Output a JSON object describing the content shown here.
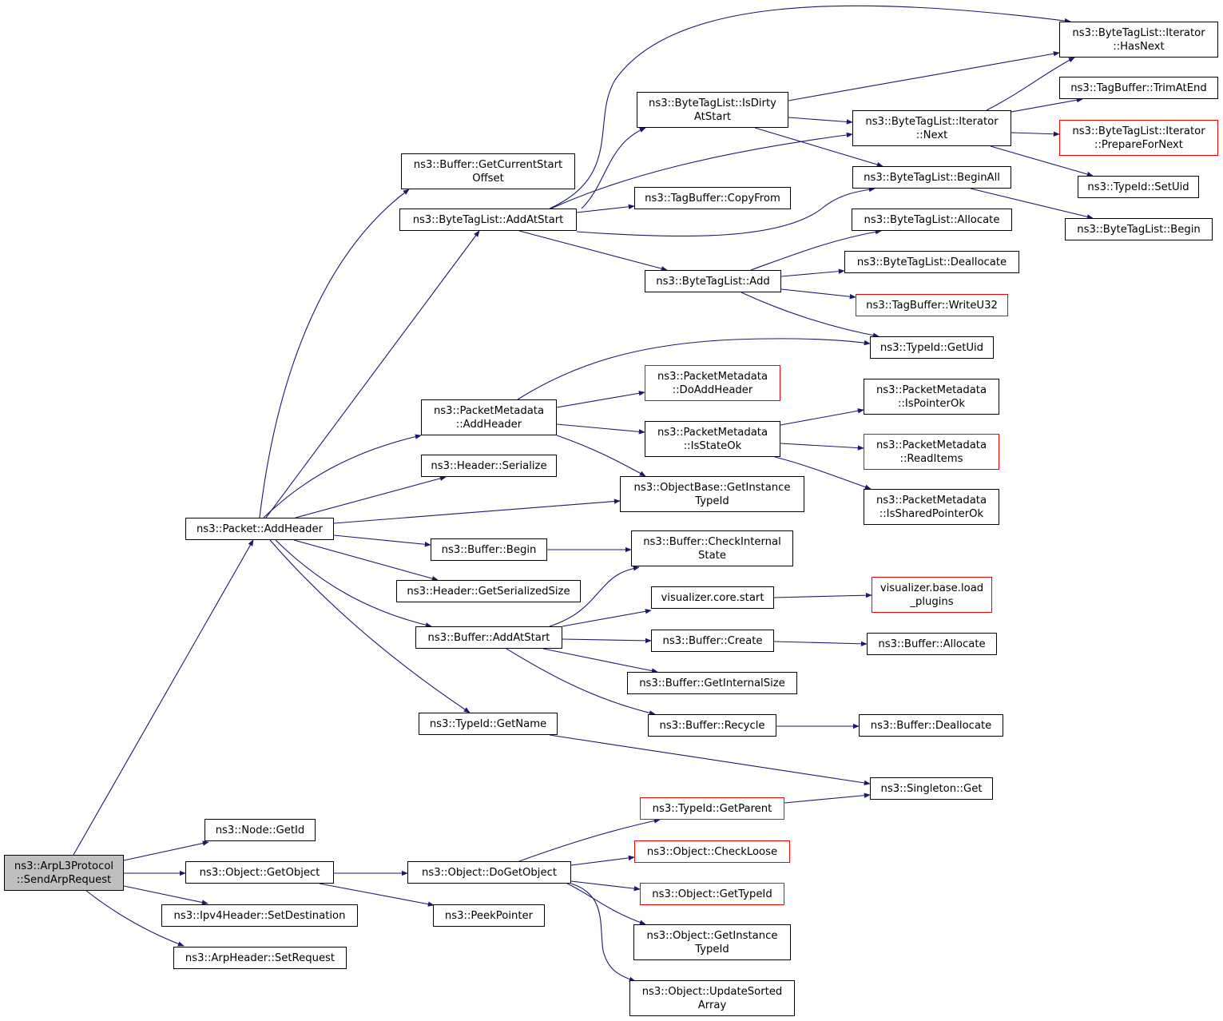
{
  "colors": {
    "edge": "#191970",
    "root_fill": "#bfbfbf",
    "node_border": "#000000",
    "external_border": "#ff0000"
  },
  "nodes": [
    {
      "id": "send-arp-request",
      "label": "ns3::ArpL3Protocol\n::SendArpRequest",
      "style": "root"
    },
    {
      "id": "packet-add-header",
      "label": "ns3::Packet::AddHeader",
      "style": "normal"
    },
    {
      "id": "node-get-id",
      "label": "ns3::Node::GetId",
      "style": "normal"
    },
    {
      "id": "object-get-object",
      "label": "ns3::Object::GetObject",
      "style": "normal"
    },
    {
      "id": "ipv4header-set-destination",
      "label": "ns3::Ipv4Header::SetDestination",
      "style": "normal"
    },
    {
      "id": "arpheader-set-request",
      "label": "ns3::ArpHeader::SetRequest",
      "style": "normal"
    },
    {
      "id": "buffer-get-current-start-offset",
      "label": "ns3::Buffer::GetCurrentStart\nOffset",
      "style": "normal"
    },
    {
      "id": "bytetaglist-add-at-start",
      "label": "ns3::ByteTagList::AddAtStart",
      "style": "normal"
    },
    {
      "id": "packetmetadata-add-header",
      "label": "ns3::PacketMetadata\n::AddHeader",
      "style": "normal"
    },
    {
      "id": "header-serialize",
      "label": "ns3::Header::Serialize",
      "style": "normal"
    },
    {
      "id": "buffer-begin",
      "label": "ns3::Buffer::Begin",
      "style": "normal"
    },
    {
      "id": "header-get-serialized-size",
      "label": "ns3::Header::GetSerializedSize",
      "style": "normal"
    },
    {
      "id": "buffer-add-at-start",
      "label": "ns3::Buffer::AddAtStart",
      "style": "normal"
    },
    {
      "id": "typeid-get-name",
      "label": "ns3::TypeId::GetName",
      "style": "normal"
    },
    {
      "id": "object-do-get-object",
      "label": "ns3::Object::DoGetObject",
      "style": "normal"
    },
    {
      "id": "peek-pointer",
      "label": "ns3::PeekPointer",
      "style": "normal"
    },
    {
      "id": "bytetaglist-is-dirty-at-start",
      "label": "ns3::ByteTagList::IsDirty\nAtStart",
      "style": "normal"
    },
    {
      "id": "tagbuffer-copy-from",
      "label": "ns3::TagBuffer::CopyFrom",
      "style": "normal"
    },
    {
      "id": "bytetaglist-add",
      "label": "ns3::ByteTagList::Add",
      "style": "normal"
    },
    {
      "id": "packetmetadata-do-add-header",
      "label": "ns3::PacketMetadata\n::DoAddHeader",
      "style": "external"
    },
    {
      "id": "packetmetadata-is-state-ok",
      "label": "ns3::PacketMetadata\n::IsStateOk",
      "style": "normal"
    },
    {
      "id": "objectbase-get-instance-typeid",
      "label": "ns3::ObjectBase::GetInstance\nTypeId",
      "style": "normal"
    },
    {
      "id": "buffer-check-internal-state",
      "label": "ns3::Buffer::CheckInternal\nState",
      "style": "normal"
    },
    {
      "id": "visualizer-core-start",
      "label": "visualizer.core.start",
      "style": "normal"
    },
    {
      "id": "buffer-create",
      "label": "ns3::Buffer::Create",
      "style": "normal"
    },
    {
      "id": "buffer-get-internal-size",
      "label": "ns3::Buffer::GetInternalSize",
      "style": "normal"
    },
    {
      "id": "buffer-recycle",
      "label": "ns3::Buffer::Recycle",
      "style": "normal"
    },
    {
      "id": "typeid-get-parent",
      "label": "ns3::TypeId::GetParent",
      "style": "external"
    },
    {
      "id": "object-check-loose",
      "label": "ns3::Object::CheckLoose",
      "style": "external"
    },
    {
      "id": "object-get-type-id",
      "label": "ns3::Object::GetTypeId",
      "style": "external"
    },
    {
      "id": "object-get-instance-typeid",
      "label": "ns3::Object::GetInstance\nTypeId",
      "style": "normal"
    },
    {
      "id": "object-update-sorted-array",
      "label": "ns3::Object::UpdateSorted\nArray",
      "style": "normal"
    },
    {
      "id": "bytetaglist-iterator-next",
      "label": "ns3::ByteTagList::Iterator\n::Next",
      "style": "normal"
    },
    {
      "id": "bytetaglist-begin-all",
      "label": "ns3::ByteTagList::BeginAll",
      "style": "normal"
    },
    {
      "id": "bytetaglist-allocate",
      "label": "ns3::ByteTagList::Allocate",
      "style": "normal"
    },
    {
      "id": "bytetaglist-deallocate",
      "label": "ns3::ByteTagList::Deallocate",
      "style": "normal"
    },
    {
      "id": "tagbuffer-write-u32",
      "label": "ns3::TagBuffer::WriteU32",
      "style": "external"
    },
    {
      "id": "typeid-get-uid",
      "label": "ns3::TypeId::GetUid",
      "style": "normal"
    },
    {
      "id": "packetmetadata-is-pointer-ok",
      "label": "ns3::PacketMetadata\n::IsPointerOk",
      "style": "normal"
    },
    {
      "id": "packetmetadata-read-items",
      "label": "ns3::PacketMetadata\n::ReadItems",
      "style": "external"
    },
    {
      "id": "packetmetadata-is-shared-pointer-ok",
      "label": "ns3::PacketMetadata\n::IsSharedPointerOk",
      "style": "normal"
    },
    {
      "id": "visualizer-base-load-plugins",
      "label": "visualizer.base.load\n_plugins",
      "style": "external"
    },
    {
      "id": "buffer-allocate",
      "label": "ns3::Buffer::Allocate",
      "style": "normal"
    },
    {
      "id": "buffer-deallocate",
      "label": "ns3::Buffer::Deallocate",
      "style": "normal"
    },
    {
      "id": "singleton-get",
      "label": "ns3::Singleton::Get",
      "style": "normal"
    },
    {
      "id": "bytetaglist-iterator-has-next",
      "label": "ns3::ByteTagList::Iterator\n::HasNext",
      "style": "normal"
    },
    {
      "id": "tagbuffer-trim-at-end",
      "label": "ns3::TagBuffer::TrimAtEnd",
      "style": "normal"
    },
    {
      "id": "bytetaglist-iterator-prepare-for-next",
      "label": "ns3::ByteTagList::Iterator\n::PrepareForNext",
      "style": "external"
    },
    {
      "id": "typeid-set-uid",
      "label": "ns3::TypeId::SetUid",
      "style": "normal"
    },
    {
      "id": "bytetaglist-begin",
      "label": "ns3::ByteTagList::Begin",
      "style": "normal"
    }
  ],
  "edges": [
    {
      "from": "send-arp-request",
      "to": "packet-add-header"
    },
    {
      "from": "send-arp-request",
      "to": "node-get-id"
    },
    {
      "from": "send-arp-request",
      "to": "object-get-object"
    },
    {
      "from": "send-arp-request",
      "to": "ipv4header-set-destination"
    },
    {
      "from": "send-arp-request",
      "to": "arpheader-set-request"
    },
    {
      "from": "packet-add-header",
      "to": "buffer-get-current-start-offset"
    },
    {
      "from": "packet-add-header",
      "to": "bytetaglist-add-at-start"
    },
    {
      "from": "packet-add-header",
      "to": "packetmetadata-add-header"
    },
    {
      "from": "packet-add-header",
      "to": "header-serialize"
    },
    {
      "from": "packet-add-header",
      "to": "objectbase-get-instance-typeid"
    },
    {
      "from": "packet-add-header",
      "to": "buffer-begin"
    },
    {
      "from": "packet-add-header",
      "to": "header-get-serialized-size"
    },
    {
      "from": "packet-add-header",
      "to": "buffer-add-at-start"
    },
    {
      "from": "packet-add-header",
      "to": "typeid-get-name"
    },
    {
      "from": "object-get-object",
      "to": "object-do-get-object"
    },
    {
      "from": "object-get-object",
      "to": "peek-pointer"
    },
    {
      "from": "bytetaglist-add-at-start",
      "to": "bytetaglist-iterator-has-next"
    },
    {
      "from": "bytetaglist-add-at-start",
      "to": "bytetaglist-is-dirty-at-start"
    },
    {
      "from": "bytetaglist-add-at-start",
      "to": "bytetaglist-iterator-next"
    },
    {
      "from": "bytetaglist-add-at-start",
      "to": "tagbuffer-copy-from"
    },
    {
      "from": "bytetaglist-add-at-start",
      "to": "bytetaglist-begin-all"
    },
    {
      "from": "bytetaglist-add-at-start",
      "to": "bytetaglist-add"
    },
    {
      "from": "bytetaglist-is-dirty-at-start",
      "to": "bytetaglist-iterator-has-next"
    },
    {
      "from": "bytetaglist-is-dirty-at-start",
      "to": "bytetaglist-iterator-next"
    },
    {
      "from": "bytetaglist-is-dirty-at-start",
      "to": "bytetaglist-begin-all"
    },
    {
      "from": "bytetaglist-iterator-next",
      "to": "bytetaglist-iterator-has-next"
    },
    {
      "from": "bytetaglist-iterator-next",
      "to": "tagbuffer-trim-at-end"
    },
    {
      "from": "bytetaglist-iterator-next",
      "to": "bytetaglist-iterator-prepare-for-next"
    },
    {
      "from": "bytetaglist-iterator-next",
      "to": "typeid-set-uid"
    },
    {
      "from": "bytetaglist-begin-all",
      "to": "bytetaglist-begin"
    },
    {
      "from": "bytetaglist-add",
      "to": "bytetaglist-allocate"
    },
    {
      "from": "bytetaglist-add",
      "to": "bytetaglist-deallocate"
    },
    {
      "from": "bytetaglist-add",
      "to": "tagbuffer-write-u32"
    },
    {
      "from": "bytetaglist-add",
      "to": "typeid-get-uid"
    },
    {
      "from": "packetmetadata-add-header",
      "to": "typeid-get-uid"
    },
    {
      "from": "packetmetadata-add-header",
      "to": "packetmetadata-do-add-header"
    },
    {
      "from": "packetmetadata-add-header",
      "to": "packetmetadata-is-state-ok"
    },
    {
      "from": "packetmetadata-add-header",
      "to": "objectbase-get-instance-typeid"
    },
    {
      "from": "packetmetadata-is-state-ok",
      "to": "packetmetadata-is-pointer-ok"
    },
    {
      "from": "packetmetadata-is-state-ok",
      "to": "packetmetadata-read-items"
    },
    {
      "from": "packetmetadata-is-state-ok",
      "to": "packetmetadata-is-shared-pointer-ok"
    },
    {
      "from": "buffer-begin",
      "to": "buffer-check-internal-state"
    },
    {
      "from": "buffer-add-at-start",
      "to": "buffer-check-internal-state"
    },
    {
      "from": "buffer-add-at-start",
      "to": "visualizer-core-start"
    },
    {
      "from": "buffer-add-at-start",
      "to": "buffer-create"
    },
    {
      "from": "buffer-add-at-start",
      "to": "buffer-get-internal-size"
    },
    {
      "from": "buffer-add-at-start",
      "to": "buffer-recycle"
    },
    {
      "from": "visualizer-core-start",
      "to": "visualizer-base-load-plugins"
    },
    {
      "from": "buffer-create",
      "to": "buffer-allocate"
    },
    {
      "from": "buffer-recycle",
      "to": "buffer-deallocate"
    },
    {
      "from": "typeid-get-name",
      "to": "singleton-get"
    },
    {
      "from": "object-do-get-object",
      "to": "typeid-get-parent"
    },
    {
      "from": "object-do-get-object",
      "to": "object-check-loose"
    },
    {
      "from": "object-do-get-object",
      "to": "object-get-type-id"
    },
    {
      "from": "object-do-get-object",
      "to": "object-get-instance-typeid"
    },
    {
      "from": "object-do-get-object",
      "to": "object-update-sorted-array"
    },
    {
      "from": "typeid-get-parent",
      "to": "singleton-get"
    }
  ]
}
